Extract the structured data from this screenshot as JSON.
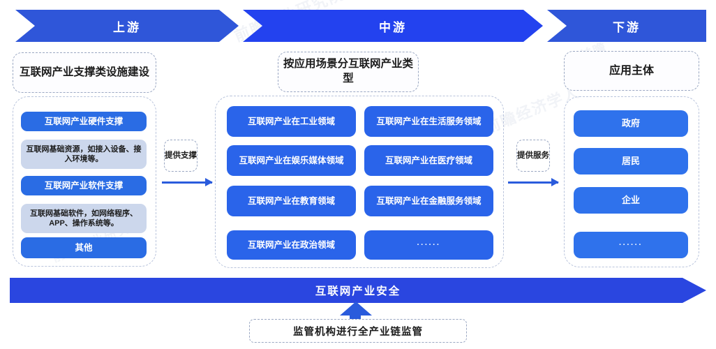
{
  "watermarks": [
    "前瞻产业研究院",
    "前瞻经济学人",
    "前瞻产业研究院",
    "前瞻"
  ],
  "header": {
    "stages": [
      {
        "label": "上游",
        "name": "upstream"
      },
      {
        "label": "中游",
        "name": "midstream"
      },
      {
        "label": "下游",
        "name": "downstream"
      }
    ]
  },
  "upstream": {
    "title": "互联网产业支撑类设施建设",
    "items": [
      {
        "label": "互联网产业硬件支撑",
        "style": "blue"
      },
      {
        "label": "互联网基础资源，如接入设备、接入环境等。",
        "style": "light"
      },
      {
        "label": "互联网产业软件支撑",
        "style": "blue"
      },
      {
        "label": "互联网基础软件，如网络程序、APP、操作系统等。",
        "style": "light"
      },
      {
        "label": "其他",
        "style": "blue"
      }
    ]
  },
  "midstream": {
    "title": "按应用场景分互联网产业类型",
    "left_items": [
      "互联网产业在工业领域",
      "互联网产业在娱乐媒体领域",
      "互联网产业在教育领域",
      "互联网产业在政治领域"
    ],
    "right_items": [
      "互联网产业在生活服务领域",
      "互联网产业在医疗领域",
      "互联网产业在金融服务领域",
      "······"
    ]
  },
  "downstream": {
    "title": "应用主体",
    "items": [
      "政府",
      "居民",
      "企业",
      "······"
    ]
  },
  "connectors": [
    {
      "label": "提供支撑",
      "name": "provide-support"
    },
    {
      "label": "提供服务",
      "name": "provide-service"
    }
  ],
  "footer": {
    "safety_label": "互联网产业安全",
    "regulator_label": "监管机构进行全产业链监管"
  },
  "colors": {
    "chevron_side": "#2f56d9",
    "chevron_mid": "#2342ef",
    "pill_blue": "#2a6ce4",
    "pill_light": "#ccd7ec",
    "safety_bar": "#2a46e0",
    "arrow": "#2a5bdc",
    "dashed_border": "#9aa7c2"
  }
}
